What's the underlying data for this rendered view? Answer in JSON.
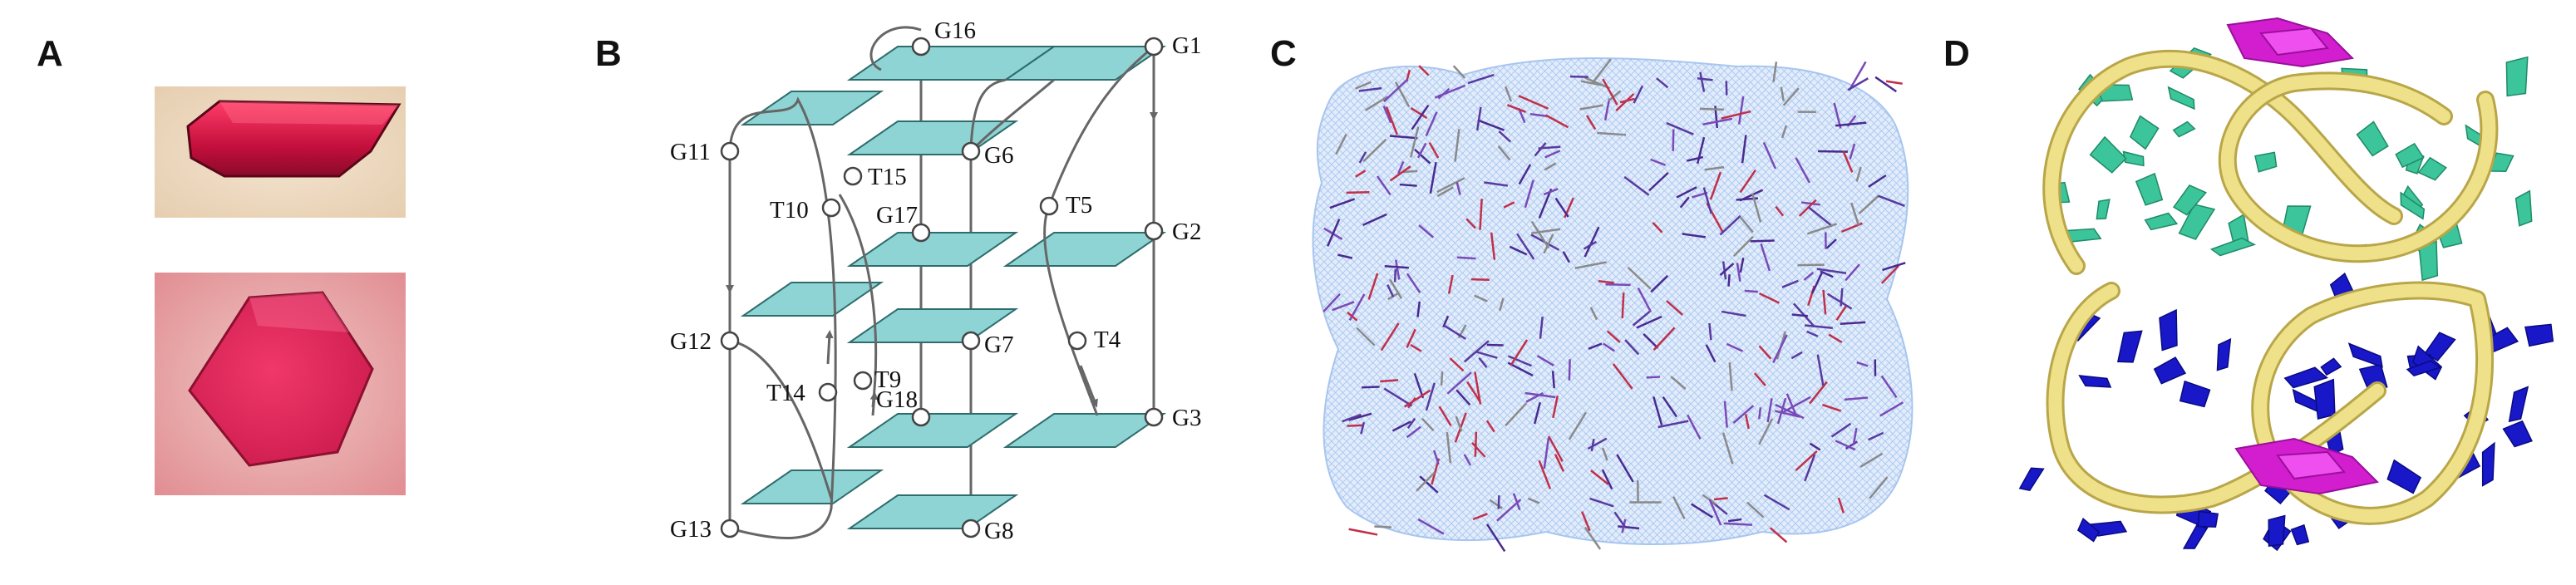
{
  "panels": {
    "a": {
      "letter": "A"
    },
    "b": {
      "letter": "B"
    },
    "c": {
      "letter": "C"
    },
    "d": {
      "letter": "D"
    }
  },
  "diagram": {
    "nodes": {
      "g1": "G1",
      "g2": "G2",
      "g3": "G3",
      "g6": "G6",
      "g7": "G7",
      "g8": "G8",
      "g11": "G11",
      "g12": "G12",
      "g13": "G13",
      "g16": "G16",
      "g17": "G17",
      "g18": "G18",
      "t4": "T4",
      "t5": "T5",
      "t9": "T9",
      "t10": "T10",
      "t14": "T14",
      "t15": "T15"
    }
  },
  "colors": {
    "plate_fill": "#8fd4d4",
    "plate_stroke": "#2f6d6d",
    "strand": "#666666",
    "crystal_red": "#d8234f",
    "density_mesh": "#a8c8f0",
    "ribbon": "#efe08a",
    "quartet_top": "#3cc59a",
    "quartet_bottom": "#1818c8",
    "ligand": "#d21ecf"
  }
}
